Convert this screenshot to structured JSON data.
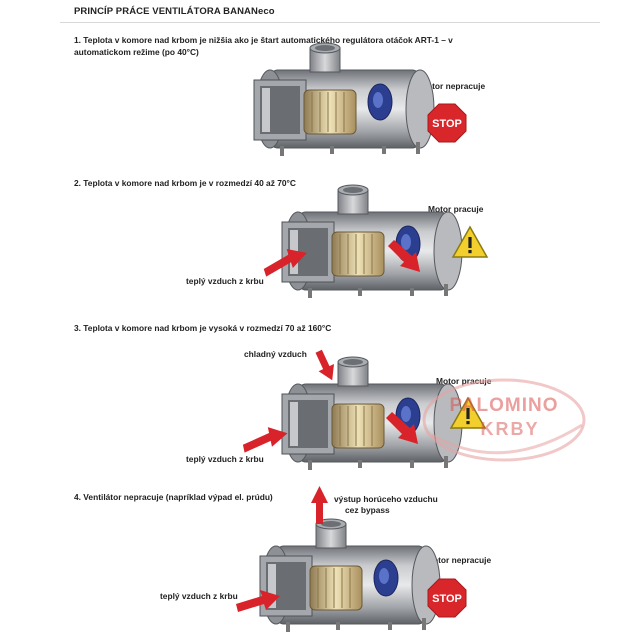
{
  "document": {
    "title": "PRINCÍP PRÁCE VENTILÁTORA BANANeco"
  },
  "sections": [
    {
      "heading_line1": "1. Teplota v komore nad krbom je nižšia ako je štart automatického regulátora otáčok ART-1 – v",
      "heading_line2": "automatickom režime (po 40°C)",
      "motor_status": "Motor nepracuje",
      "sign": "STOP",
      "sign_icon": "stop-sign-icon"
    },
    {
      "heading_line1": "2. Teplota v komore nad krbom je v rozmedzí 40 až 70°C",
      "motor_status": "Motor pracuje",
      "sign_icon": "warning-triangle-icon",
      "air_label": "teplý vzduch z krbu"
    },
    {
      "heading_line1": "3. Teplota v komore nad krbom je vysoká v rozmedzí 70 až 160°C",
      "motor_status": "Motor pracuje",
      "sign_icon": "warning-triangle-icon",
      "cold_air_label": "chladný vzduch",
      "air_label": "teplý vzduch z krbu"
    },
    {
      "heading_line1": "4. Ventilátor nepracuje (napríklad výpad el. prúdu)",
      "motor_status": "Motor nepracuje",
      "sign": "STOP",
      "sign_icon": "stop-sign-icon",
      "bypass_label_line1": "výstup horúceho vzduchu",
      "bypass_label_line2": "cez bypass",
      "air_label": "teplý vzduch z krbu"
    }
  ],
  "watermark": {
    "line1": "PALOMINO",
    "line2": "KRBY",
    "color": "#d9534f"
  },
  "colors": {
    "stop_red": "#d8262b",
    "warning_yellow": "#f2cf2c",
    "arrow_red": "#d8232a"
  }
}
